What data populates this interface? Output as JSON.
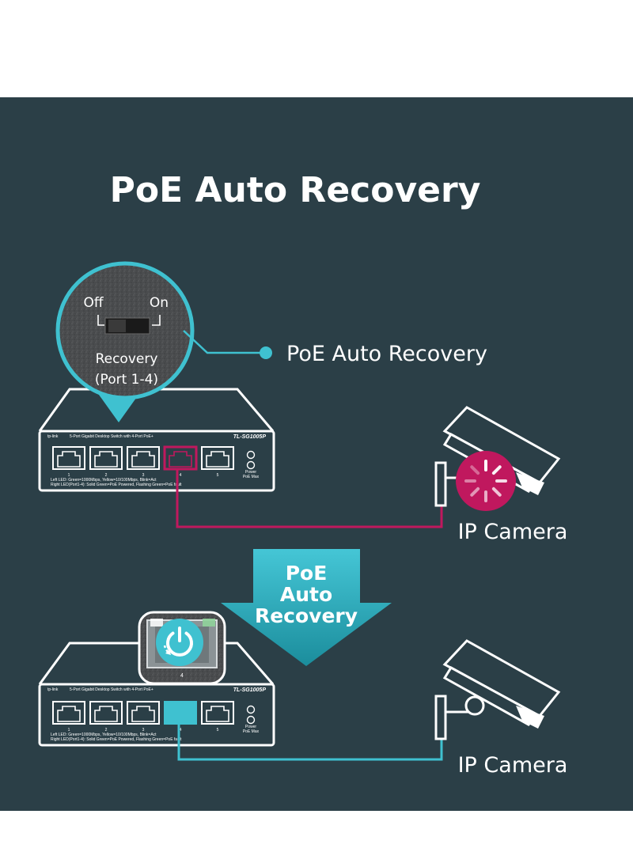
{
  "title": "PoE Auto Recovery",
  "callout_label": "PoE Auto Recovery",
  "dip_switch": {
    "off_label": "Off",
    "on_label": "On",
    "name_label": "Recovery",
    "port_label": "(Port 1-4)"
  },
  "switch": {
    "brand": "tp-link",
    "description": "5-Port Gigabit Desktop Switch with 4-Port PoE+",
    "model": "TL-SG1005P",
    "port_numbers": [
      "1",
      "2",
      "3",
      "4",
      "5"
    ],
    "led_labels": [
      "Power",
      "PoE Max"
    ],
    "legend_line1": "Left LED:  Green=1000Mbps, Yellow=10/100Mbps, Blink=Act",
    "legend_line2": "Right LED(Port1-4):  Solid Green=PoE Powered, Flashing Green=PoE fault"
  },
  "arrow_label": [
    "PoE",
    "Auto",
    "Recovery"
  ],
  "zoom_port_label": "4",
  "camera_label_top": "IP Camera",
  "camera_label_bottom": "IP Camera",
  "colors": {
    "background": "#2b3f47",
    "accent_cyan": "#3fc1d0",
    "fault_magenta": "#c0185e",
    "line": "#ffffff"
  }
}
